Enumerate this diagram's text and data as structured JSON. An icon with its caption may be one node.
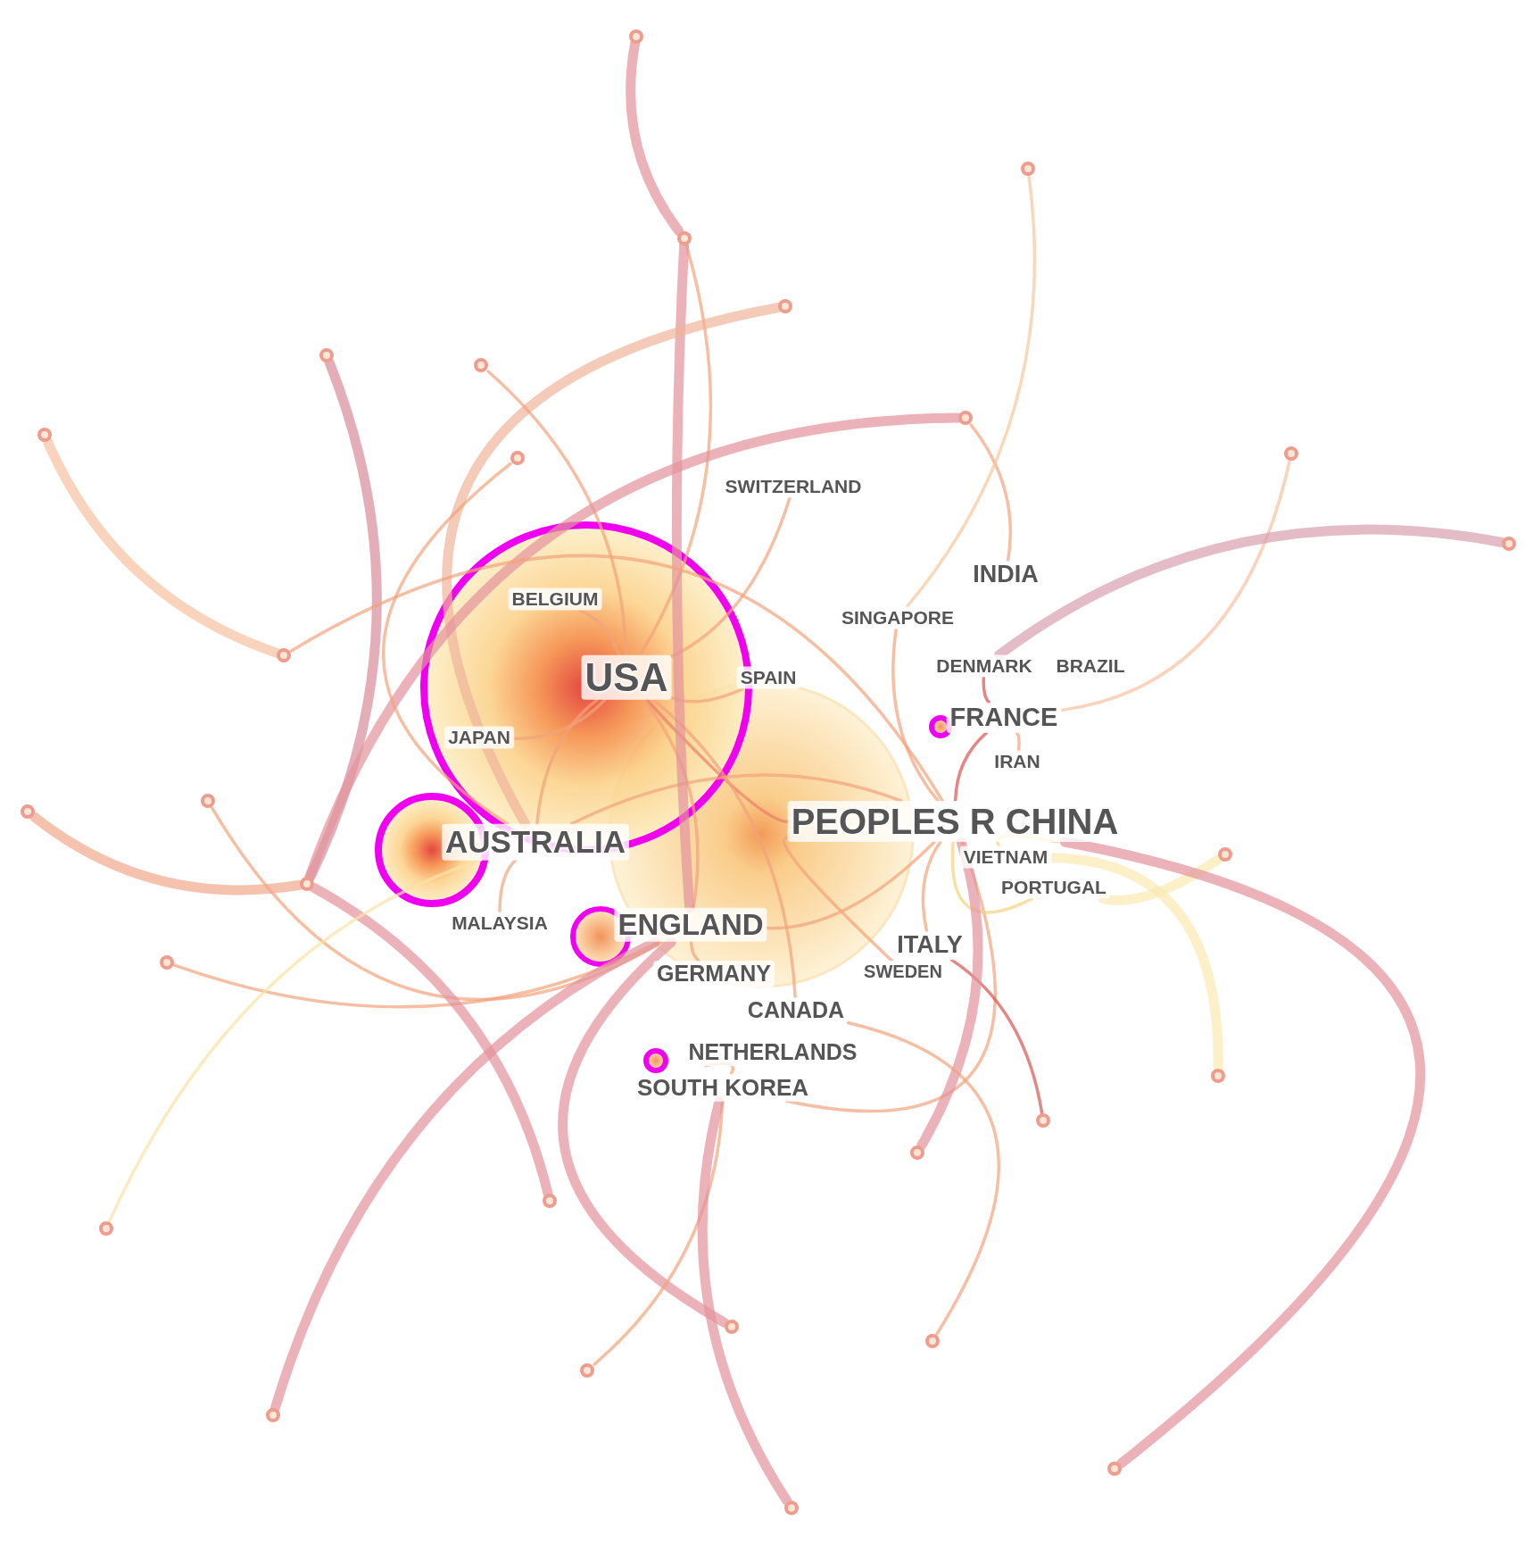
{
  "diagram": {
    "nodes": [
      {
        "text": [
          "SWITZERLAND"
        ]
      },
      {
        "text": [
          "INDIA"
        ]
      },
      {
        "text": [
          "BELGIUM"
        ]
      },
      {
        "text": [
          "SINGAPORE"
        ]
      },
      {
        "text": [
          "DENMARK"
        ]
      },
      {
        "text": [
          "BRAZIL"
        ]
      },
      {
        "text": [
          "USA"
        ]
      },
      {
        "text": [
          "SPAIN"
        ]
      },
      {
        "text": [
          "FRANCE"
        ]
      },
      {
        "text": [
          "JAPAN"
        ]
      },
      {
        "text": [
          "IRAN"
        ]
      },
      {
        "text": [
          "PEOPLES R CHINA"
        ]
      },
      {
        "text": [
          "AUSTRALIA"
        ]
      },
      {
        "text": [
          "VIETNAM"
        ]
      },
      {
        "text": [
          "PORTUGAL"
        ]
      },
      {
        "text": [
          "MALAYSIA"
        ]
      },
      {
        "text": [
          "ENGLAND"
        ]
      },
      {
        "text": [
          "ITALY"
        ]
      },
      {
        "text": [
          "GERMANY"
        ]
      },
      {
        "text": [
          "SWEDEN"
        ]
      },
      {
        "text": [
          "CANADA"
        ]
      },
      {
        "text": [
          "NETHERLANDS"
        ]
      },
      {
        "text": [
          "SOUTH KOREA"
        ]
      },
      {
        "text": [],
        "shape": "circle"
      },
      {
        "text": [],
        "shape": "circle"
      },
      {
        "text": [],
        "shape": "circle"
      },
      {
        "text": [],
        "shape": "circle"
      },
      {
        "text": [],
        "shape": "circle"
      },
      {
        "text": [],
        "shape": "circle"
      },
      {
        "text": [],
        "shape": "circle"
      },
      {
        "text": [],
        "shape": "circle"
      },
      {
        "text": [],
        "shape": "circle"
      },
      {
        "text": [],
        "shape": "circle"
      },
      {
        "text": [],
        "shape": "circle"
      },
      {
        "text": [],
        "shape": "circle"
      },
      {
        "text": [],
        "shape": "circle"
      },
      {
        "text": [],
        "shape": "circle"
      },
      {
        "text": [],
        "shape": "circle"
      },
      {
        "text": [],
        "shape": "circle"
      },
      {
        "text": [],
        "shape": "circle"
      },
      {
        "text": [],
        "shape": "circle"
      },
      {
        "text": [],
        "shape": "circle"
      },
      {
        "text": [],
        "shape": "circle"
      },
      {
        "text": [],
        "shape": "circle"
      },
      {
        "text": [],
        "shape": "circle"
      },
      {
        "text": [],
        "shape": "circle"
      },
      {
        "text": [],
        "shape": "circle"
      },
      {
        "text": [],
        "shape": "circle"
      },
      {
        "text": [],
        "shape": "circle"
      },
      {
        "text": [],
        "shape": "circle"
      },
      {
        "text": [],
        "shape": "circle"
      }
    ],
    "edges": [
      {
        "from": 6,
        "to": 11,
        "arrow": "none",
        "color": "#e8806a"
      },
      {
        "from": 6,
        "to": 12,
        "arrow": "none"
      },
      {
        "from": 6,
        "to": 16,
        "arrow": "none"
      },
      {
        "from": 11,
        "to": 12,
        "arrow": "none"
      },
      {
        "from": 11,
        "to": 16,
        "arrow": "none"
      },
      {
        "from": 16,
        "to": 18,
        "arrow": "none"
      },
      {
        "from": 6,
        "to": 20,
        "arrow": "none"
      },
      {
        "from": 11,
        "to": 8,
        "arrow": "none",
        "color": "#d9534f"
      },
      {
        "from": 8,
        "to": 10,
        "arrow": "none"
      },
      {
        "from": 6,
        "to": 0,
        "arrow": "none"
      },
      {
        "from": 11,
        "to": 3,
        "arrow": "none"
      },
      {
        "from": 6,
        "to": 7,
        "arrow": "none"
      },
      {
        "from": 11,
        "to": 17,
        "arrow": "none"
      },
      {
        "from": 12,
        "to": 15,
        "arrow": "none"
      },
      {
        "from": 22,
        "to": 21,
        "arrow": "none"
      },
      {
        "from": 11,
        "to": 22,
        "arrow": "none"
      },
      {
        "from": 11,
        "to": 13,
        "arrow": "none",
        "color": "#f5d27a"
      },
      {
        "from": 11,
        "to": 14,
        "arrow": "none",
        "color": "#f5d27a"
      },
      {
        "from": 6,
        "to": 9,
        "arrow": "none"
      },
      {
        "from": 6,
        "to": 2,
        "arrow": "none"
      },
      {
        "from": 29,
        "to": 1,
        "arrow": "none"
      },
      {
        "from": 4,
        "to": 8,
        "arrow": "none",
        "color": "#d9534f"
      },
      {
        "from": 11,
        "to": 19,
        "arrow": "none"
      },
      {
        "from": 23,
        "to": 25,
        "arrow": "none",
        "style": "thick",
        "color": "#e3939b"
      },
      {
        "from": 25,
        "to": 6,
        "arrow": "none"
      },
      {
        "from": 25,
        "to": 16,
        "arrow": "none",
        "style": "thick",
        "color": "#e3939b"
      },
      {
        "from": 24,
        "to": 3,
        "arrow": "none",
        "color": "#f6c79b"
      },
      {
        "from": 26,
        "to": 12,
        "arrow": "none",
        "style": "thick",
        "color": "#f0b39a"
      },
      {
        "from": 27,
        "to": 38,
        "arrow": "none",
        "style": "thick",
        "color": "#d98c9a"
      },
      {
        "from": 28,
        "to": 6,
        "arrow": "none"
      },
      {
        "from": 29,
        "to": 38,
        "arrow": "none",
        "style": "thick",
        "color": "#e3939b"
      },
      {
        "from": 30,
        "to": 34,
        "arrow": "none",
        "style": "thick",
        "color": "#f6c0a0"
      },
      {
        "from": 31,
        "to": 8,
        "arrow": "none",
        "color": "#f6c0a0"
      },
      {
        "from": 33,
        "to": 4,
        "arrow": "none",
        "style": "thick",
        "color": "#d9a0b0"
      },
      {
        "from": 32,
        "to": 12,
        "arrow": "none"
      },
      {
        "from": 34,
        "to": 11,
        "arrow": "none"
      },
      {
        "from": 35,
        "to": 16,
        "arrow": "none"
      },
      {
        "from": 36,
        "to": 38,
        "arrow": "none",
        "style": "thick",
        "color": "#f0a88a"
      },
      {
        "from": 37,
        "to": 14,
        "arrow": "none",
        "style": "thick",
        "color": "#f9eab0"
      },
      {
        "from": 39,
        "to": 16,
        "arrow": "none"
      },
      {
        "from": 40,
        "to": 13,
        "arrow": "none",
        "style": "thick",
        "color": "#f9eab0"
      },
      {
        "from": 41,
        "to": 17,
        "arrow": "none",
        "color": "#d9534f"
      },
      {
        "from": 42,
        "to": 11,
        "arrow": "none",
        "style": "thick",
        "color": "#e3939b"
      },
      {
        "from": 43,
        "to": 38,
        "arrow": "none",
        "style": "thick",
        "color": "#e3939b"
      },
      {
        "from": 44,
        "to": 12,
        "arrow": "none",
        "color": "#f9e2a8"
      },
      {
        "from": 45,
        "to": 16,
        "arrow": "none",
        "style": "thick",
        "color": "#e3939b"
      },
      {
        "from": 46,
        "to": 20,
        "arrow": "none"
      },
      {
        "from": 47,
        "to": 22,
        "arrow": "none"
      },
      {
        "from": 48,
        "to": 16,
        "arrow": "none",
        "style": "thick",
        "color": "#e3939b"
      },
      {
        "from": 49,
        "to": 11,
        "arrow": "none",
        "style": "thick",
        "color": "#e3939b"
      },
      {
        "from": 50,
        "to": 22,
        "arrow": "none",
        "style": "thick",
        "color": "#e3939b"
      }
    ]
  }
}
